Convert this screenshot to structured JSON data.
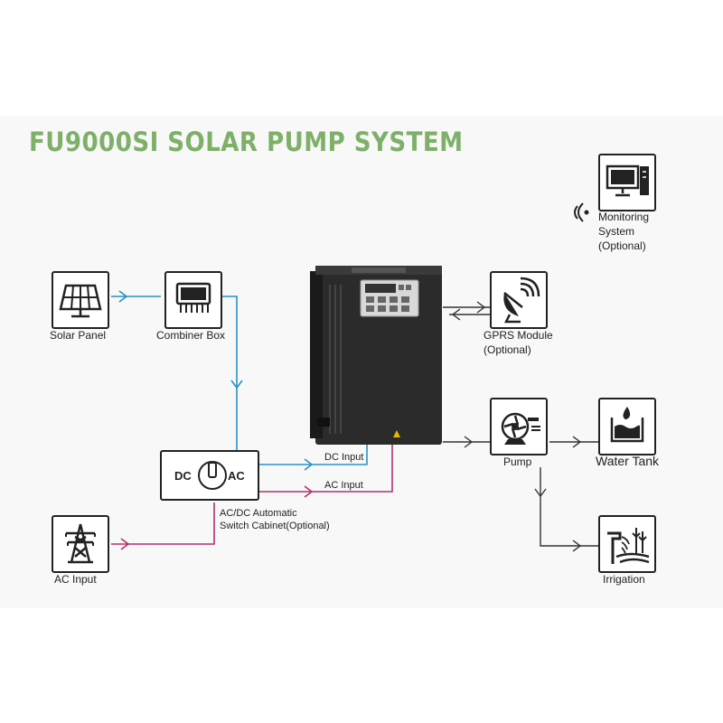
{
  "title": "FU9000SI SOLAR PUMP SYSTEM",
  "components": {
    "solar_panel": "Solar Panel",
    "combiner_box": "Combiner Box",
    "switch_cabinet": {
      "dc": "DC",
      "ac": "AC",
      "label_line1": "AC/DC Automatic",
      "label_line2": "Switch Cabinet(Optional)"
    },
    "ac_input": "AC Input",
    "monitoring": {
      "line1": "Monitoring",
      "line2": "System",
      "line3": "(Optional)"
    },
    "gprs": {
      "line1": "GPRS Module",
      "line2": "(Optional)"
    },
    "pump": "Pump",
    "water_tank": "Water Tank",
    "irrigation": "Irrigation"
  },
  "connections": {
    "dc_input": "DC Input",
    "ac_input": "AC Input"
  },
  "colors": {
    "title": "#7fb069",
    "dc_line": "#2a8fc8",
    "ac_line": "#b0306e",
    "signal_line": "#333333"
  }
}
